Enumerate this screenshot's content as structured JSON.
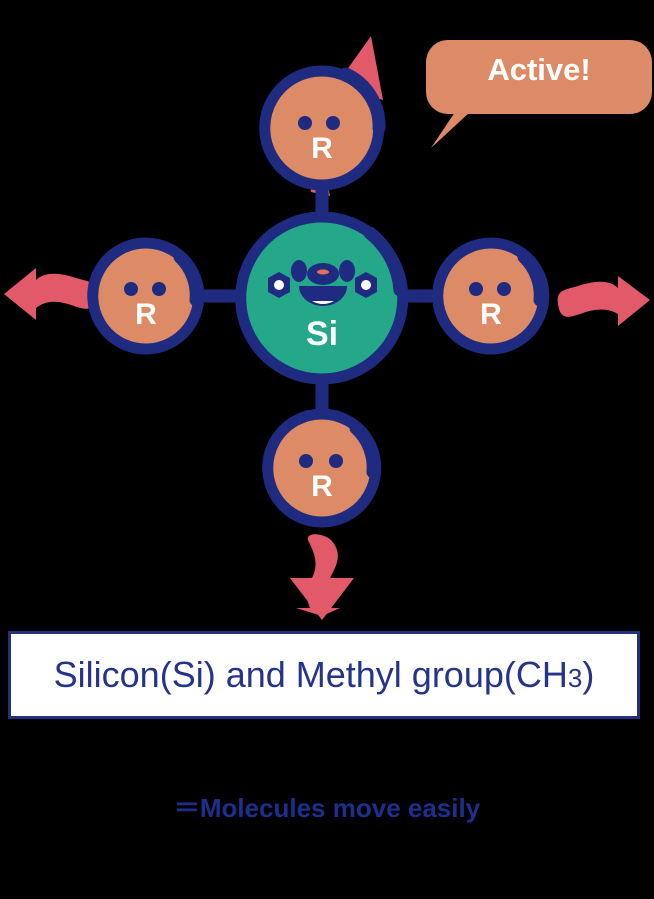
{
  "diagram": {
    "title_box": {
      "text_main": "Silicon(Si) and Methyl group(CH",
      "text_sub": "3",
      "text_tail": ")",
      "full_text": "Silicon(Si) and Methyl group(CH3)",
      "border_color": "#25317e",
      "text_color": "#26338a",
      "background": "#ffffff"
    },
    "caption": {
      "text": "＝Molecules move easily",
      "color": "#1d2f8c"
    },
    "speech_bubble": {
      "label": "Active!",
      "fill": "#dd8a67",
      "text_color": "#ffffff"
    },
    "center_node": {
      "label": "Si",
      "fill": "#25a88a",
      "ring": "#1f2b80",
      "label_color": "#ffffff"
    },
    "r_nodes": [
      {
        "id": "top",
        "label": "R"
      },
      {
        "id": "left",
        "label": "R"
      },
      {
        "id": "right",
        "label": "R"
      },
      {
        "id": "bottom",
        "label": "R"
      }
    ],
    "r_node_style": {
      "fill": "#dd8a67",
      "ring": "#1f2b80",
      "label_color": "#ffffff"
    },
    "arrows": [
      {
        "id": "arrow-up-right",
        "direction": "up-right",
        "color": "#e2596a"
      },
      {
        "id": "arrow-left",
        "direction": "left",
        "color": "#e2596a"
      },
      {
        "id": "arrow-right",
        "direction": "right",
        "color": "#e2596a"
      },
      {
        "id": "arrow-down",
        "direction": "down",
        "color": "#e2596a"
      }
    ],
    "colors": {
      "navy": "#1f2b80",
      "salmon": "#dd8a67",
      "teal": "#25a88a",
      "pink_arrow": "#e2596a",
      "background": "#000000",
      "white": "#ffffff"
    }
  }
}
